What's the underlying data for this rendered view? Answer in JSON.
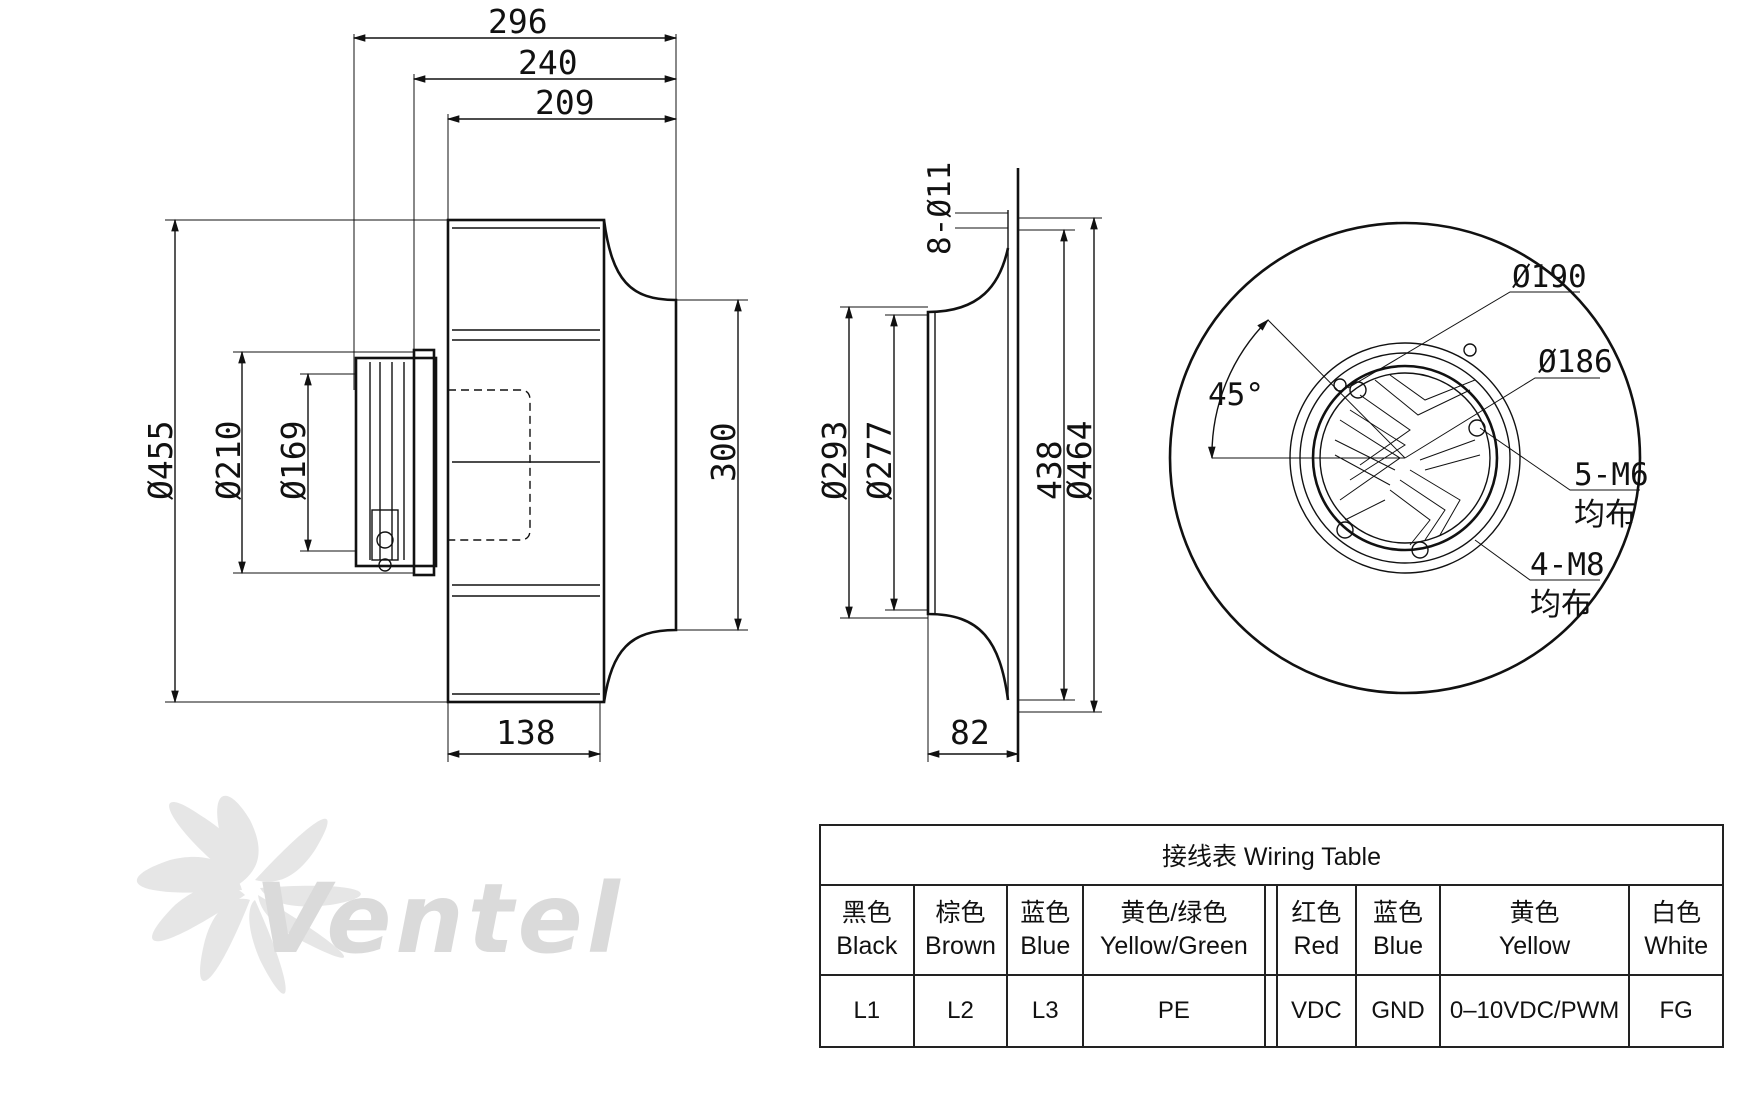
{
  "side_view": {
    "dims": {
      "d296": "296",
      "d240": "240",
      "d209": "209",
      "d455": "Ø455",
      "d210": "Ø210",
      "d169": "Ø169",
      "d300": "300",
      "d138": "138"
    }
  },
  "inlet_view": {
    "dims": {
      "holes": "8-Ø11",
      "d293": "Ø293",
      "d277": "Ø277",
      "d438": "438",
      "d464": "Ø464",
      "d82": "82"
    }
  },
  "rear_view": {
    "dims": {
      "angle": "45°",
      "d190": "Ø190",
      "d186": "Ø186",
      "m6": "5-M6",
      "m6_note": "均布",
      "m8": "4-M8",
      "m8_note": "均布"
    }
  },
  "logo": {
    "text": "Ventel"
  },
  "wiring_table": {
    "title": "接线表  Wiring Table",
    "columns": [
      {
        "cn": "黑色",
        "en": "Black",
        "value": "L1"
      },
      {
        "cn": "棕色",
        "en": "Brown",
        "value": "L2"
      },
      {
        "cn": "蓝色",
        "en": "Blue",
        "value": "L3"
      },
      {
        "cn": "黄色/绿色",
        "en": "Yellow/Green",
        "value": "PE"
      },
      {
        "cn": "红色",
        "en": "Red",
        "value": "VDC"
      },
      {
        "cn": "蓝色",
        "en": "Blue",
        "value": "GND"
      },
      {
        "cn": "黄色",
        "en": "Yellow",
        "value": "0–10VDC/PWM"
      },
      {
        "cn": "白色",
        "en": "White",
        "value": "FG"
      }
    ]
  }
}
